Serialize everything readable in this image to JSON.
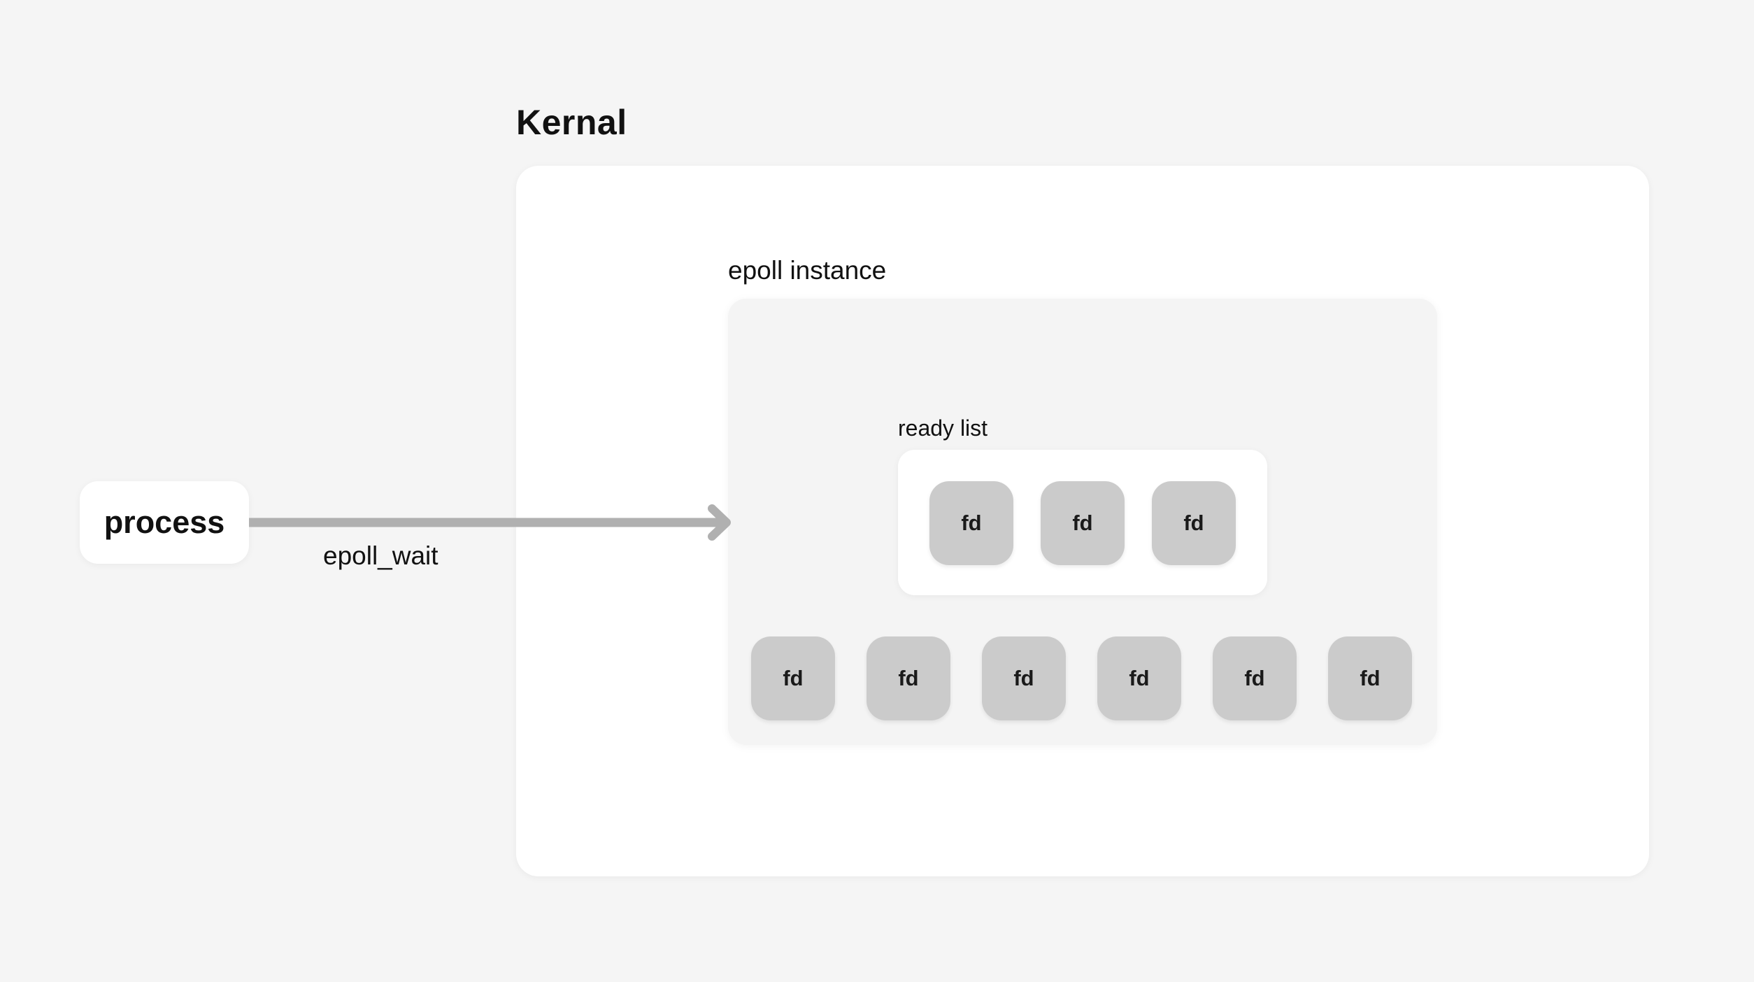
{
  "kernel": {
    "title": "Kernal"
  },
  "epoll_instance": {
    "title": "epoll instance",
    "ready_list": {
      "title": "ready list",
      "items": [
        "fd",
        "fd",
        "fd"
      ]
    },
    "items": [
      "fd",
      "fd",
      "fd",
      "fd",
      "fd",
      "fd"
    ]
  },
  "process": {
    "label": "process"
  },
  "call": {
    "label": "epoll_wait"
  },
  "colors": {
    "background": "#f5f5f5",
    "panel": "#ffffff",
    "epoll_panel": "#f4f4f4",
    "fd_tile": "#cbcbcb",
    "arrow": "#b0b0b0"
  }
}
